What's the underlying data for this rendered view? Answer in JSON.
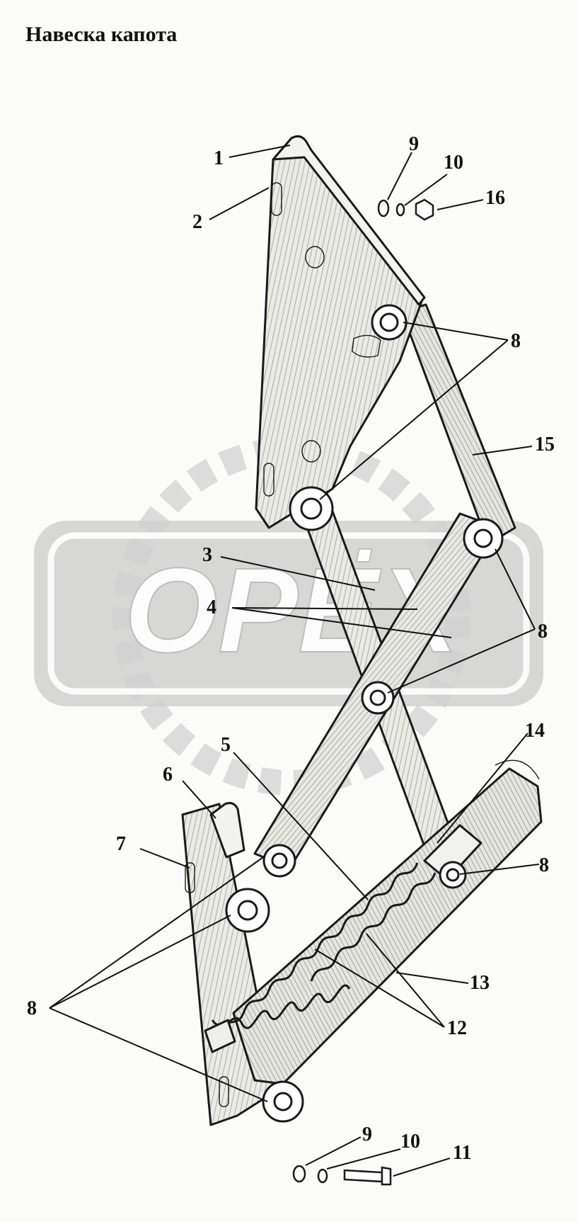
{
  "title": "Навеска капота",
  "watermark": {
    "text": "ОРЁХ",
    "color": "#cfcfcf",
    "text_color": "#ffffff"
  },
  "callouts": [
    {
      "id": "c1",
      "label": "1"
    },
    {
      "id": "c2",
      "label": "2"
    },
    {
      "id": "c9a",
      "label": "9"
    },
    {
      "id": "c10a",
      "label": "10"
    },
    {
      "id": "c16",
      "label": "16"
    },
    {
      "id": "c8a",
      "label": "8"
    },
    {
      "id": "c15",
      "label": "15"
    },
    {
      "id": "c3",
      "label": "3"
    },
    {
      "id": "c4",
      "label": "4"
    },
    {
      "id": "c8b",
      "label": "8"
    },
    {
      "id": "c14",
      "label": "14"
    },
    {
      "id": "c5",
      "label": "5"
    },
    {
      "id": "c6",
      "label": "6"
    },
    {
      "id": "c7",
      "label": "7"
    },
    {
      "id": "c8c",
      "label": "8"
    },
    {
      "id": "c13",
      "label": "13"
    },
    {
      "id": "c8d",
      "label": "8"
    },
    {
      "id": "c12",
      "label": "12"
    },
    {
      "id": "c9b",
      "label": "9"
    },
    {
      "id": "c10b",
      "label": "10"
    },
    {
      "id": "c11",
      "label": "11"
    }
  ]
}
